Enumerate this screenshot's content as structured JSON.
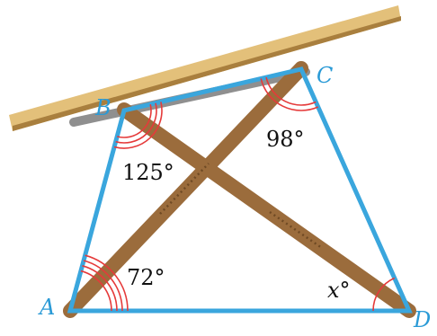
{
  "colors": {
    "quadrilateral": "#3aa6dd",
    "board_top": "#e3c07a",
    "board_face": "#c99d57",
    "board_edge": "#a97f3e",
    "metal_bar": "#8f8f8f",
    "strut": "#9b6c3c",
    "strut_shadow": "#6f4a24",
    "arc": "#e53a3a",
    "label_blue": "#2a9ad6",
    "label_dark": "#111111"
  },
  "vertices": {
    "A": {
      "label": "A"
    },
    "B": {
      "label": "B"
    },
    "C": {
      "label": "C"
    },
    "D": {
      "label": "D"
    }
  },
  "angles": {
    "B": {
      "label": "125°",
      "arcs": 3
    },
    "C": {
      "label": "98°",
      "arcs": 2
    },
    "A": {
      "label": "72°",
      "arcs": 4
    },
    "D": {
      "label": "x°",
      "arcs": 1
    }
  }
}
